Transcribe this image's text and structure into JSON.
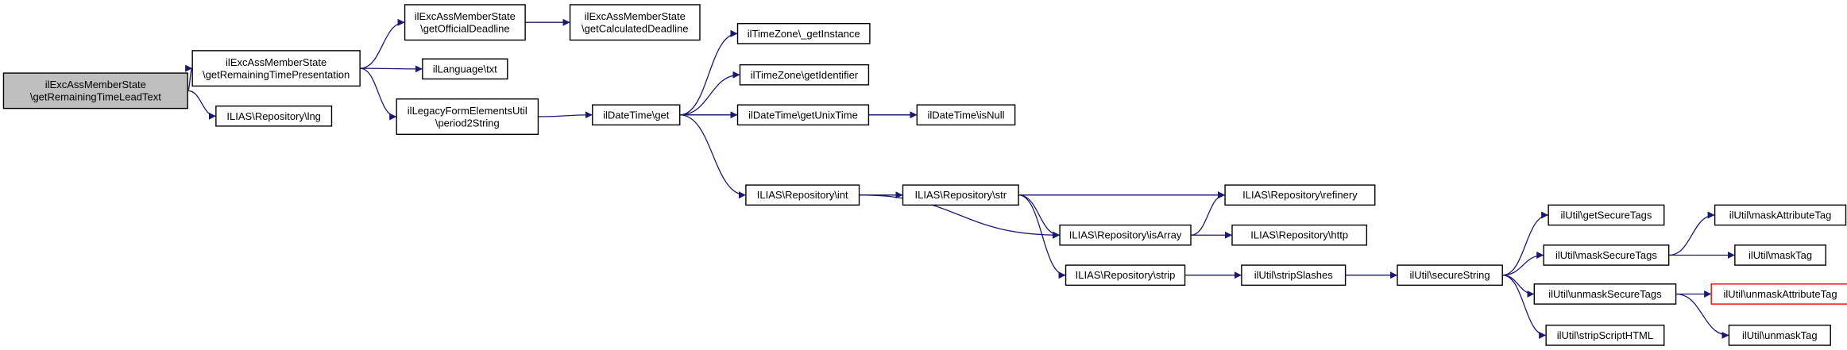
{
  "colors": {
    "edge": "#191970",
    "node_fill": "#ffffff",
    "node_border": "#000000",
    "root_fill": "#bfbfbf",
    "truncated_border": "#ff0000"
  },
  "nodes": [
    {
      "id": "root",
      "lines": [
        "ilExcAssMemberState",
        "\\getRemainingTimeLeadText"
      ],
      "style": "root"
    },
    {
      "id": "getRemainingTimePresentation",
      "lines": [
        "ilExcAssMemberState",
        "\\getRemainingTimePresentation"
      ],
      "style": "normal"
    },
    {
      "id": "repo_lng",
      "lines": [
        "ILIAS\\Repository\\lng"
      ],
      "style": "normal"
    },
    {
      "id": "getOfficialDeadline",
      "lines": [
        "ilExcAssMemberState",
        "\\getOfficialDeadline"
      ],
      "style": "normal"
    },
    {
      "id": "lang_txt",
      "lines": [
        "ilLanguage\\txt"
      ],
      "style": "normal"
    },
    {
      "id": "period2String",
      "lines": [
        "ilLegacyFormElementsUtil",
        "\\period2String"
      ],
      "style": "normal"
    },
    {
      "id": "getCalculatedDeadline",
      "lines": [
        "ilExcAssMemberState",
        "\\getCalculatedDeadline"
      ],
      "style": "normal"
    },
    {
      "id": "dt_get",
      "lines": [
        "ilDateTime\\get"
      ],
      "style": "normal"
    },
    {
      "id": "tz_getInstance",
      "lines": [
        "ilTimeZone\\_getInstance"
      ],
      "style": "normal"
    },
    {
      "id": "tz_getIdentifier",
      "lines": [
        "ilTimeZone\\getIdentifier"
      ],
      "style": "normal"
    },
    {
      "id": "dt_getUnixTime",
      "lines": [
        "ilDateTime\\getUnixTime"
      ],
      "style": "normal"
    },
    {
      "id": "dt_isNull",
      "lines": [
        "ilDateTime\\isNull"
      ],
      "style": "normal"
    },
    {
      "id": "repo_int",
      "lines": [
        "ILIAS\\Repository\\int"
      ],
      "style": "normal"
    },
    {
      "id": "repo_str",
      "lines": [
        "ILIAS\\Repository\\str"
      ],
      "style": "normal"
    },
    {
      "id": "repo_refinery",
      "lines": [
        "ILIAS\\Repository\\refinery"
      ],
      "style": "normal"
    },
    {
      "id": "repo_isArray",
      "lines": [
        "ILIAS\\Repository\\isArray"
      ],
      "style": "normal"
    },
    {
      "id": "repo_http",
      "lines": [
        "ILIAS\\Repository\\http"
      ],
      "style": "normal"
    },
    {
      "id": "repo_strip",
      "lines": [
        "ILIAS\\Repository\\strip"
      ],
      "style": "normal"
    },
    {
      "id": "util_stripSlashes",
      "lines": [
        "ilUtil\\stripSlashes"
      ],
      "style": "normal"
    },
    {
      "id": "util_secureString",
      "lines": [
        "ilUtil\\secureString"
      ],
      "style": "normal"
    },
    {
      "id": "util_getSecureTags",
      "lines": [
        "ilUtil\\getSecureTags"
      ],
      "style": "normal"
    },
    {
      "id": "util_maskSecureTags",
      "lines": [
        "ilUtil\\maskSecureTags"
      ],
      "style": "normal"
    },
    {
      "id": "util_unmaskSecureTags",
      "lines": [
        "ilUtil\\unmaskSecureTags"
      ],
      "style": "normal"
    },
    {
      "id": "util_stripScriptHTML",
      "lines": [
        "ilUtil\\stripScriptHTML"
      ],
      "style": "normal"
    },
    {
      "id": "util_maskAttributeTag",
      "lines": [
        "ilUtil\\maskAttributeTag"
      ],
      "style": "normal"
    },
    {
      "id": "util_maskTag",
      "lines": [
        "ilUtil\\maskTag"
      ],
      "style": "normal"
    },
    {
      "id": "util_unmaskAttributeTag",
      "lines": [
        "ilUtil\\unmaskAttributeTag"
      ],
      "style": "truncated"
    },
    {
      "id": "util_unmaskTag",
      "lines": [
        "ilUtil\\unmaskTag"
      ],
      "style": "normal"
    }
  ],
  "edges": [
    {
      "from": "root",
      "to": "getRemainingTimePresentation"
    },
    {
      "from": "root",
      "to": "repo_lng"
    },
    {
      "from": "getRemainingTimePresentation",
      "to": "getOfficialDeadline"
    },
    {
      "from": "getRemainingTimePresentation",
      "to": "lang_txt"
    },
    {
      "from": "getRemainingTimePresentation",
      "to": "period2String"
    },
    {
      "from": "getOfficialDeadline",
      "to": "getCalculatedDeadline"
    },
    {
      "from": "period2String",
      "to": "dt_get"
    },
    {
      "from": "dt_get",
      "to": "tz_getInstance"
    },
    {
      "from": "dt_get",
      "to": "tz_getIdentifier"
    },
    {
      "from": "dt_get",
      "to": "dt_getUnixTime"
    },
    {
      "from": "dt_get",
      "to": "dt_isNull"
    },
    {
      "from": "dt_get",
      "to": "repo_int"
    },
    {
      "from": "dt_getUnixTime",
      "to": "dt_isNull"
    },
    {
      "from": "repo_int",
      "to": "repo_str"
    },
    {
      "from": "repo_int",
      "to": "repo_refinery"
    },
    {
      "from": "repo_int",
      "to": "repo_isArray"
    },
    {
      "from": "repo_str",
      "to": "repo_refinery"
    },
    {
      "from": "repo_str",
      "to": "repo_isArray"
    },
    {
      "from": "repo_str",
      "to": "repo_strip"
    },
    {
      "from": "repo_isArray",
      "to": "repo_refinery"
    },
    {
      "from": "repo_isArray",
      "to": "repo_http"
    },
    {
      "from": "repo_strip",
      "to": "util_stripSlashes"
    },
    {
      "from": "util_stripSlashes",
      "to": "util_secureString"
    },
    {
      "from": "util_secureString",
      "to": "util_getSecureTags"
    },
    {
      "from": "util_secureString",
      "to": "util_maskSecureTags"
    },
    {
      "from": "util_secureString",
      "to": "util_unmaskSecureTags"
    },
    {
      "from": "util_secureString",
      "to": "util_stripScriptHTML"
    },
    {
      "from": "util_maskSecureTags",
      "to": "util_maskAttributeTag"
    },
    {
      "from": "util_maskSecureTags",
      "to": "util_maskTag"
    },
    {
      "from": "util_unmaskSecureTags",
      "to": "util_unmaskAttributeTag"
    },
    {
      "from": "util_unmaskSecureTags",
      "to": "util_unmaskTag"
    }
  ]
}
